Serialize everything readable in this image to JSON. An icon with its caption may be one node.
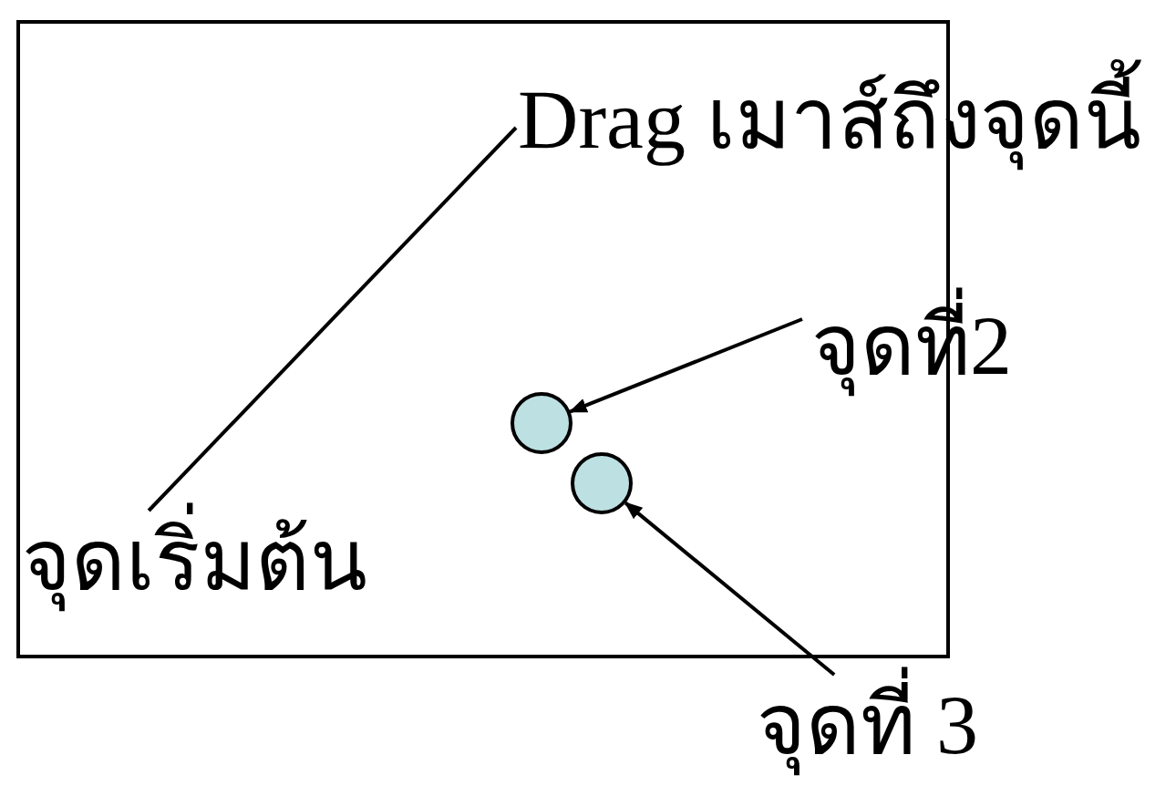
{
  "diagram": {
    "nodes": [
      {
        "text": [
          "จุดเริ่มต้น"
        ]
      },
      {
        "text": [
          "Drag เมาส์ถึงจุดนี้"
        ]
      },
      {
        "text": [
          "จุดที่2"
        ]
      },
      {
        "text": [],
        "shape": "circle"
      },
      {
        "text": [],
        "shape": "circle"
      },
      {
        "text": [
          "จุดที่ 3"
        ]
      }
    ],
    "edges": [
      {
        "from": 0,
        "to": 1,
        "arrow": "none"
      },
      {
        "from": 2,
        "to": 3,
        "arrow": "to"
      },
      {
        "from": 5,
        "to": 4,
        "arrow": "to"
      }
    ]
  }
}
